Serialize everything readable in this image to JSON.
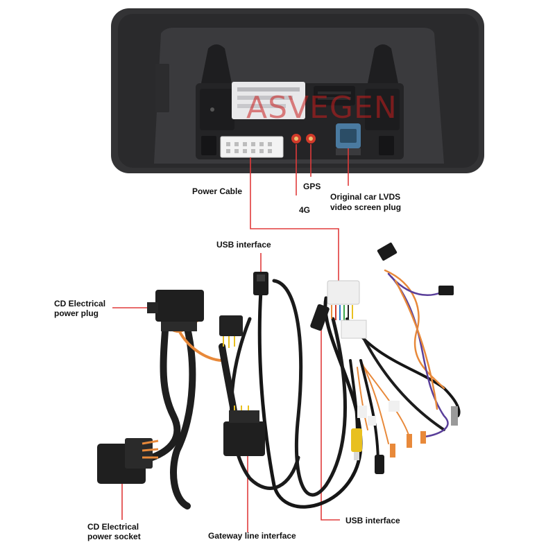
{
  "watermark": "ASVEGEN",
  "labels": {
    "power_cable": "Power Cable",
    "gps": "GPS",
    "four_g": "4G",
    "lvds_line1": "Original car LVDS",
    "lvds_line2": "video screen plug",
    "usb_top": "USB interface",
    "cd_plug_line1": "CD Electrical",
    "cd_plug_line2": "power plug",
    "cd_socket_line1": "CD Electrical",
    "cd_socket_line2": "power socket",
    "gateway": "Gateway line interface",
    "usb_bottom": "USB interface"
  },
  "colors": {
    "leader": "#e03a3a",
    "device_body": "#2f2f31",
    "cable": "#161616",
    "orange_wire": "#e8893a",
    "purple_wire": "#5a3f9a",
    "connector_white": "#e9e9e9",
    "rca_yellow": "#e8c020",
    "sma_red": "#d23a2a",
    "lvds_blue": "#4a7aa0"
  }
}
